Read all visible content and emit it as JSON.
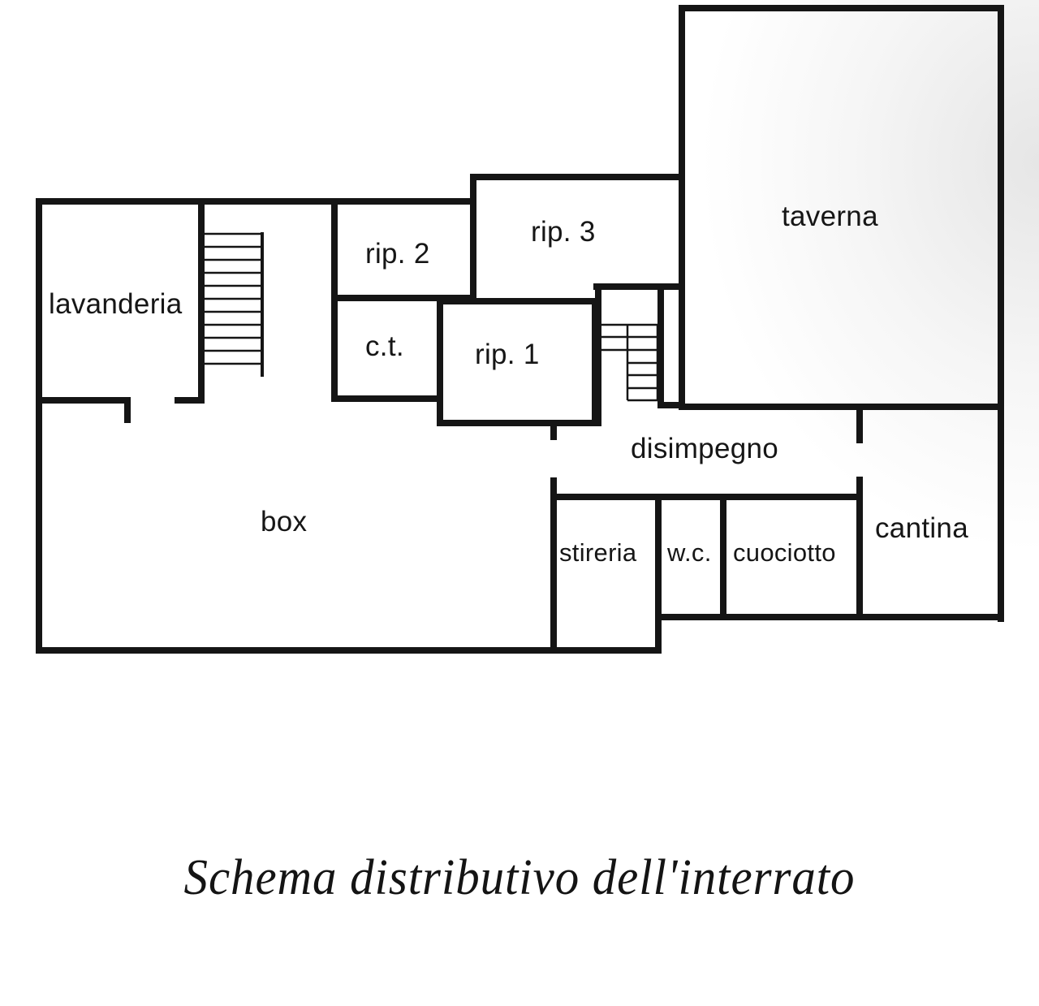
{
  "plan": {
    "wall_color": "#151515",
    "background": "#ffffff",
    "rooms": {
      "lavanderia": "lavanderia",
      "rip2": "rip. 2",
      "rip3": "rip. 3",
      "taverna": "taverna",
      "ct": "c.t.",
      "rip1": "rip. 1",
      "disimpegno": "disimpegno",
      "box": "box",
      "stireria": "stireria",
      "wc": "w.c.",
      "cuociotto": "cuociotto",
      "cantina": "cantina"
    },
    "icons": {
      "staircase_main": "staircase-icon",
      "staircase_secondary": "staircase-icon"
    }
  },
  "caption": "Schema distributivo dell'interrato"
}
